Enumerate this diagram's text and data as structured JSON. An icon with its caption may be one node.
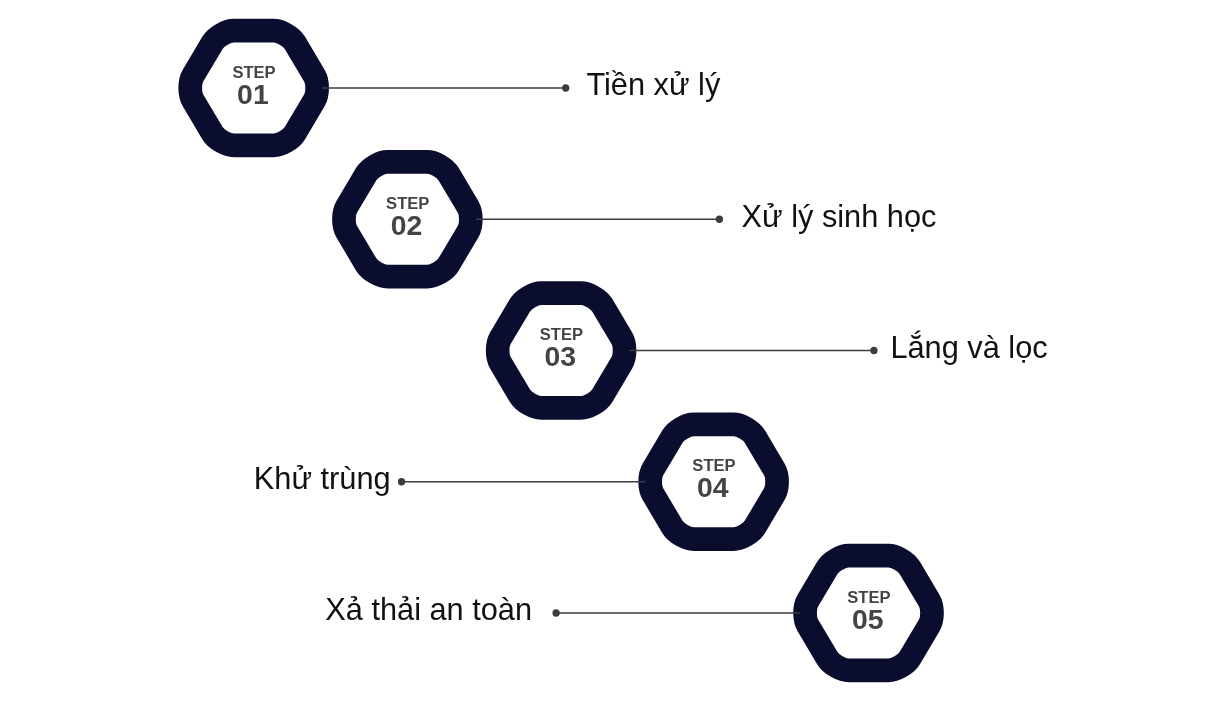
{
  "diagram": {
    "nodes": [
      {
        "text": [
          "STEP",
          "01"
        ]
      },
      {
        "text": [
          "Tiền xử lý"
        ]
      },
      {
        "text": [
          "STEP",
          "02"
        ]
      },
      {
        "text": [
          "Xử lý sinh học"
        ]
      },
      {
        "text": [
          "STEP",
          "03"
        ]
      },
      {
        "text": [
          "Lắng và lọc"
        ]
      },
      {
        "text": [
          "STEP",
          "04"
        ]
      },
      {
        "text": [
          "Khử trùng"
        ]
      },
      {
        "text": [
          "STEP",
          "05"
        ]
      },
      {
        "text": [
          "Xả thải an toàn"
        ]
      }
    ],
    "edges": [
      {
        "from": 1,
        "to": 0,
        "arrow": "other"
      },
      {
        "from": 3,
        "to": 2,
        "arrow": "other"
      },
      {
        "from": 5,
        "to": 4,
        "arrow": "other"
      },
      {
        "from": 7,
        "to": 6,
        "arrow": "other"
      },
      {
        "from": 9,
        "to": 8,
        "arrow": "other"
      }
    ]
  }
}
